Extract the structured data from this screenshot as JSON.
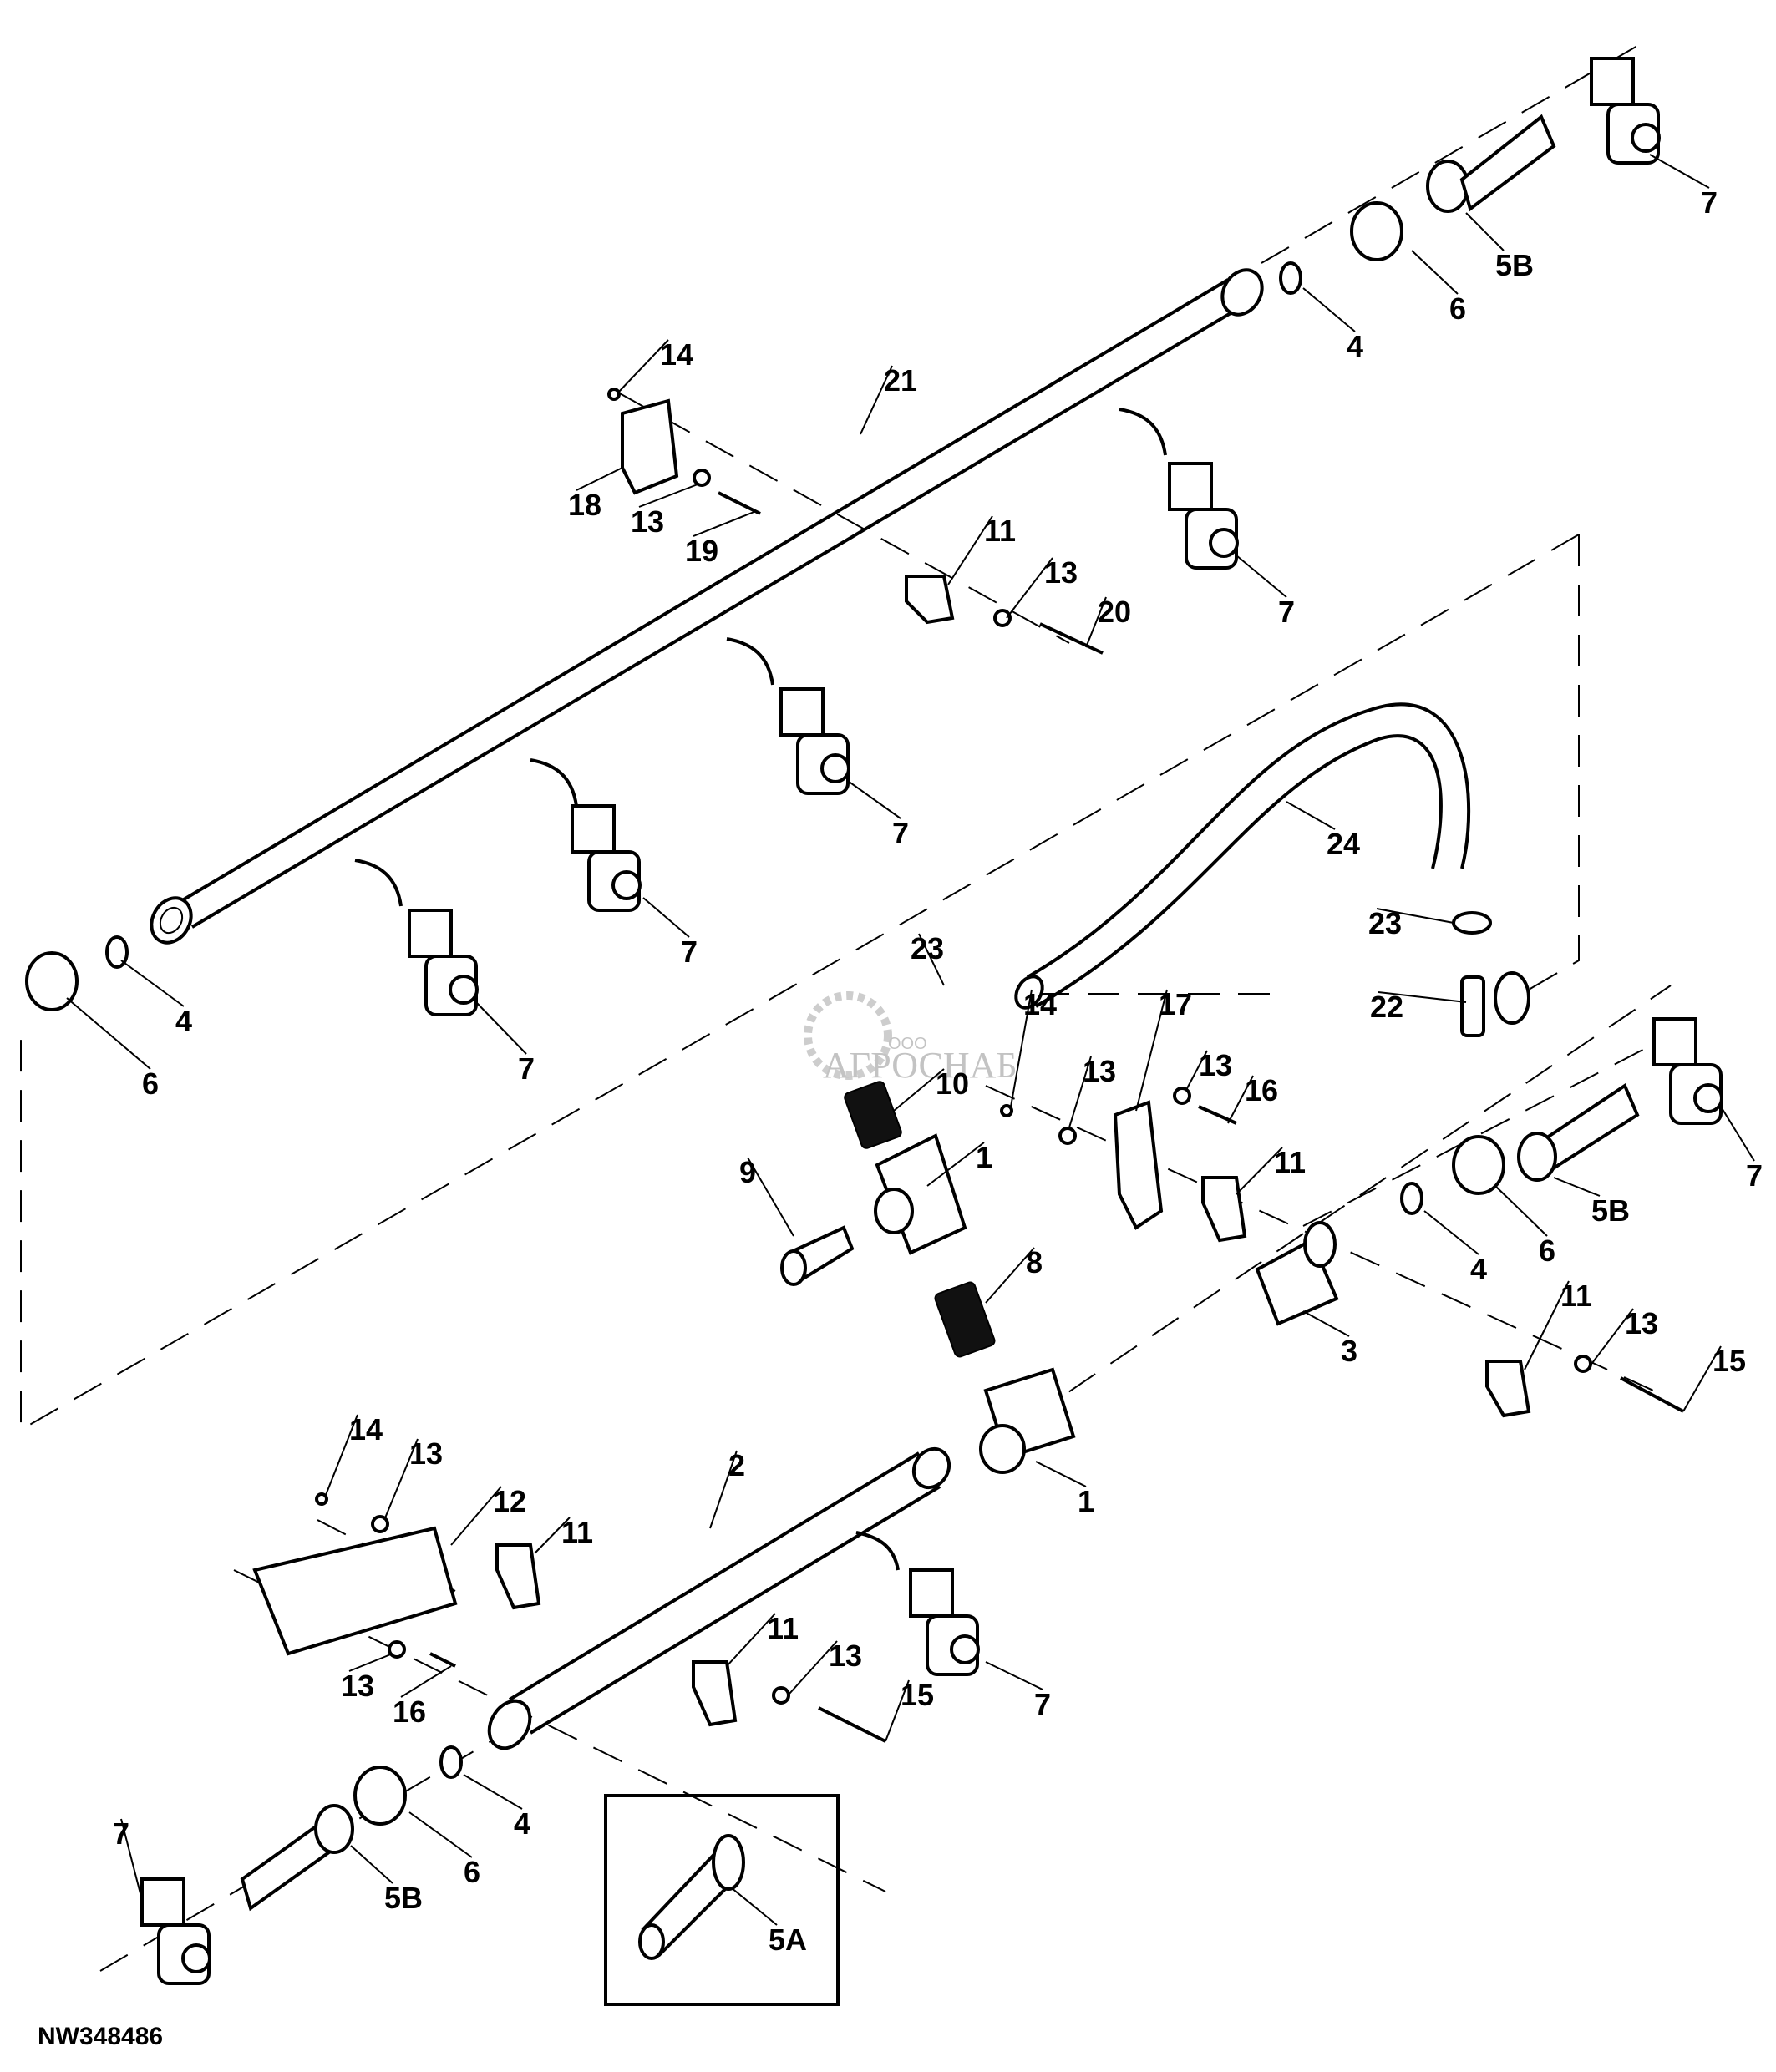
{
  "diagram": {
    "title": "Spray boom plumbing assembly (exploded view)",
    "figure_code": "NW348486",
    "watermark": {
      "text": "АГРОСНАБ",
      "prefix": "ООО"
    },
    "inset_label": "5A",
    "callouts": [
      {
        "id": "c1",
        "text": "7"
      },
      {
        "id": "c2",
        "text": "5B"
      },
      {
        "id": "c3",
        "text": "6"
      },
      {
        "id": "c4",
        "text": "4"
      },
      {
        "id": "c5",
        "text": "14"
      },
      {
        "id": "c6",
        "text": "21"
      },
      {
        "id": "c7",
        "text": "18"
      },
      {
        "id": "c8",
        "text": "13"
      },
      {
        "id": "c9",
        "text": "19"
      },
      {
        "id": "c10",
        "text": "11"
      },
      {
        "id": "c11",
        "text": "13"
      },
      {
        "id": "c12",
        "text": "20"
      },
      {
        "id": "c13",
        "text": "7"
      },
      {
        "id": "c14",
        "text": "7"
      },
      {
        "id": "c15",
        "text": "24"
      },
      {
        "id": "c16",
        "text": "4"
      },
      {
        "id": "c17",
        "text": "6"
      },
      {
        "id": "c18",
        "text": "7"
      },
      {
        "id": "c19",
        "text": "7"
      },
      {
        "id": "c20",
        "text": "23"
      },
      {
        "id": "c21",
        "text": "23"
      },
      {
        "id": "c22",
        "text": "22"
      },
      {
        "id": "c23",
        "text": "14"
      },
      {
        "id": "c24",
        "text": "17"
      },
      {
        "id": "c25",
        "text": "13"
      },
      {
        "id": "c26",
        "text": "13"
      },
      {
        "id": "c27",
        "text": "16"
      },
      {
        "id": "c28",
        "text": "10"
      },
      {
        "id": "c29",
        "text": "9"
      },
      {
        "id": "c30",
        "text": "1"
      },
      {
        "id": "c31",
        "text": "11"
      },
      {
        "id": "c32",
        "text": "7"
      },
      {
        "id": "c33",
        "text": "5B"
      },
      {
        "id": "c34",
        "text": "6"
      },
      {
        "id": "c35",
        "text": "4"
      },
      {
        "id": "c36",
        "text": "8"
      },
      {
        "id": "c37",
        "text": "3"
      },
      {
        "id": "c38",
        "text": "11"
      },
      {
        "id": "c39",
        "text": "13"
      },
      {
        "id": "c40",
        "text": "15"
      },
      {
        "id": "c41",
        "text": "1"
      },
      {
        "id": "c42",
        "text": "2"
      },
      {
        "id": "c43",
        "text": "14"
      },
      {
        "id": "c44",
        "text": "13"
      },
      {
        "id": "c45",
        "text": "12"
      },
      {
        "id": "c46",
        "text": "11"
      },
      {
        "id": "c47",
        "text": "11"
      },
      {
        "id": "c48",
        "text": "13"
      },
      {
        "id": "c49",
        "text": "15"
      },
      {
        "id": "c50",
        "text": "7"
      },
      {
        "id": "c51",
        "text": "13"
      },
      {
        "id": "c52",
        "text": "16"
      },
      {
        "id": "c53",
        "text": "4"
      },
      {
        "id": "c54",
        "text": "6"
      },
      {
        "id": "c55",
        "text": "5B"
      },
      {
        "id": "c56",
        "text": "7"
      },
      {
        "id": "c57",
        "text": "5A"
      }
    ]
  }
}
